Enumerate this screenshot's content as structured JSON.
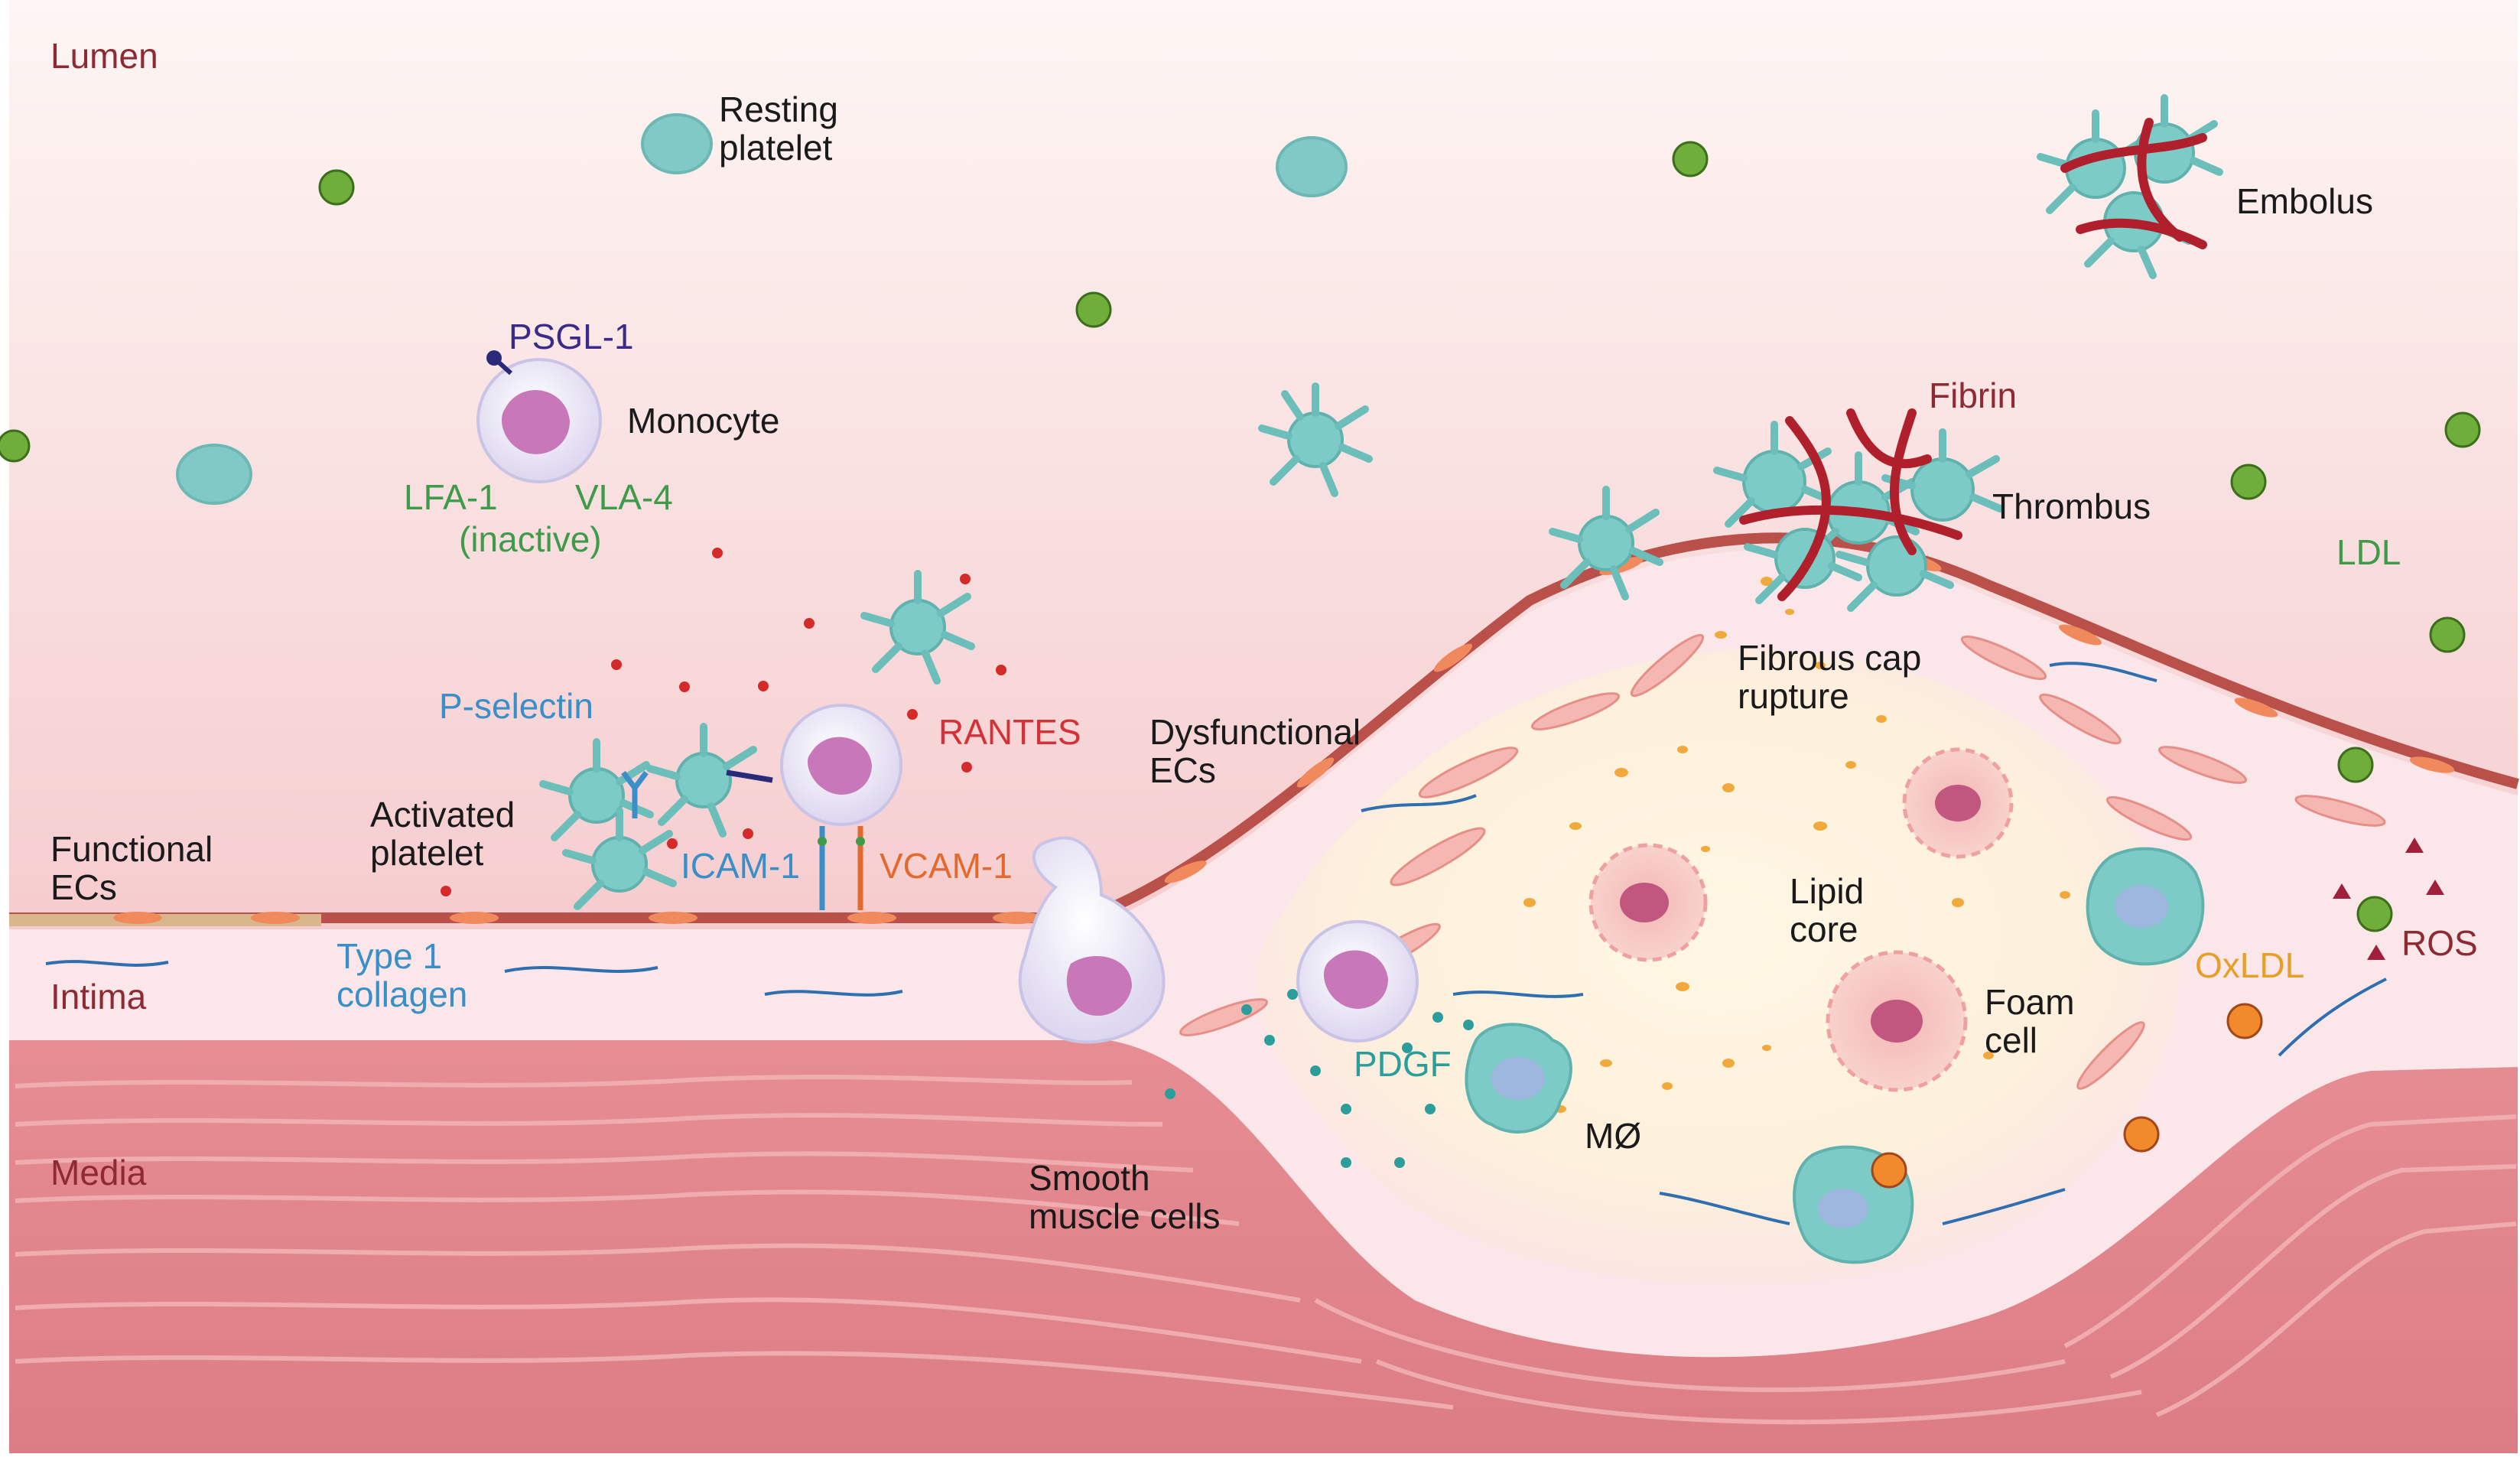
{
  "labels": {
    "lumen": "Lumen",
    "resting_platelet": [
      "Resting",
      "platelet"
    ],
    "embolus": "Embolus",
    "psgl1": "PSGL-1",
    "monocyte": "Monocyte",
    "lfa1": "LFA-1",
    "vla4": "VLA-4",
    "inactive": "(inactive)",
    "fibrin": "Fibrin",
    "thrombus": "Thrombus",
    "ldl": "LDL",
    "fibrous_cap": [
      "Fibrous cap",
      "rupture"
    ],
    "p_selectin": "P-selectin",
    "rantes": "RANTES",
    "dysfunctional_ecs": [
      "Dysfunctional",
      "ECs"
    ],
    "activated_platelet": [
      "Activated",
      "platelet"
    ],
    "functional_ecs": [
      "Functional",
      "ECs"
    ],
    "icam1": "ICAM-1",
    "vcam1": "VCAM-1",
    "lipid_core": [
      "Lipid",
      "core"
    ],
    "ros": "ROS",
    "oxldl": "OxLDL",
    "type1_collagen": [
      "Type 1",
      "collagen"
    ],
    "intima": "Intima",
    "foam_cell": [
      "Foam",
      "cell"
    ],
    "pdgf": "PDGF",
    "macrophage": "MØ",
    "media": "Media",
    "smooth_muscle": [
      "Smooth",
      "muscle cells"
    ]
  },
  "colors": {
    "lumen_top": "#fdf5f3",
    "lumen_bottom": "#efaab0",
    "endothelium": "#c4574f",
    "intima": "#fbe7ea",
    "media": "#e88f95",
    "platelet": "#7ec9c8",
    "ldl": "#6fae3a",
    "fibrin": "#b0202c",
    "monocyte_nucleus": "#c878b8",
    "lipid": "#f0a93a"
  }
}
